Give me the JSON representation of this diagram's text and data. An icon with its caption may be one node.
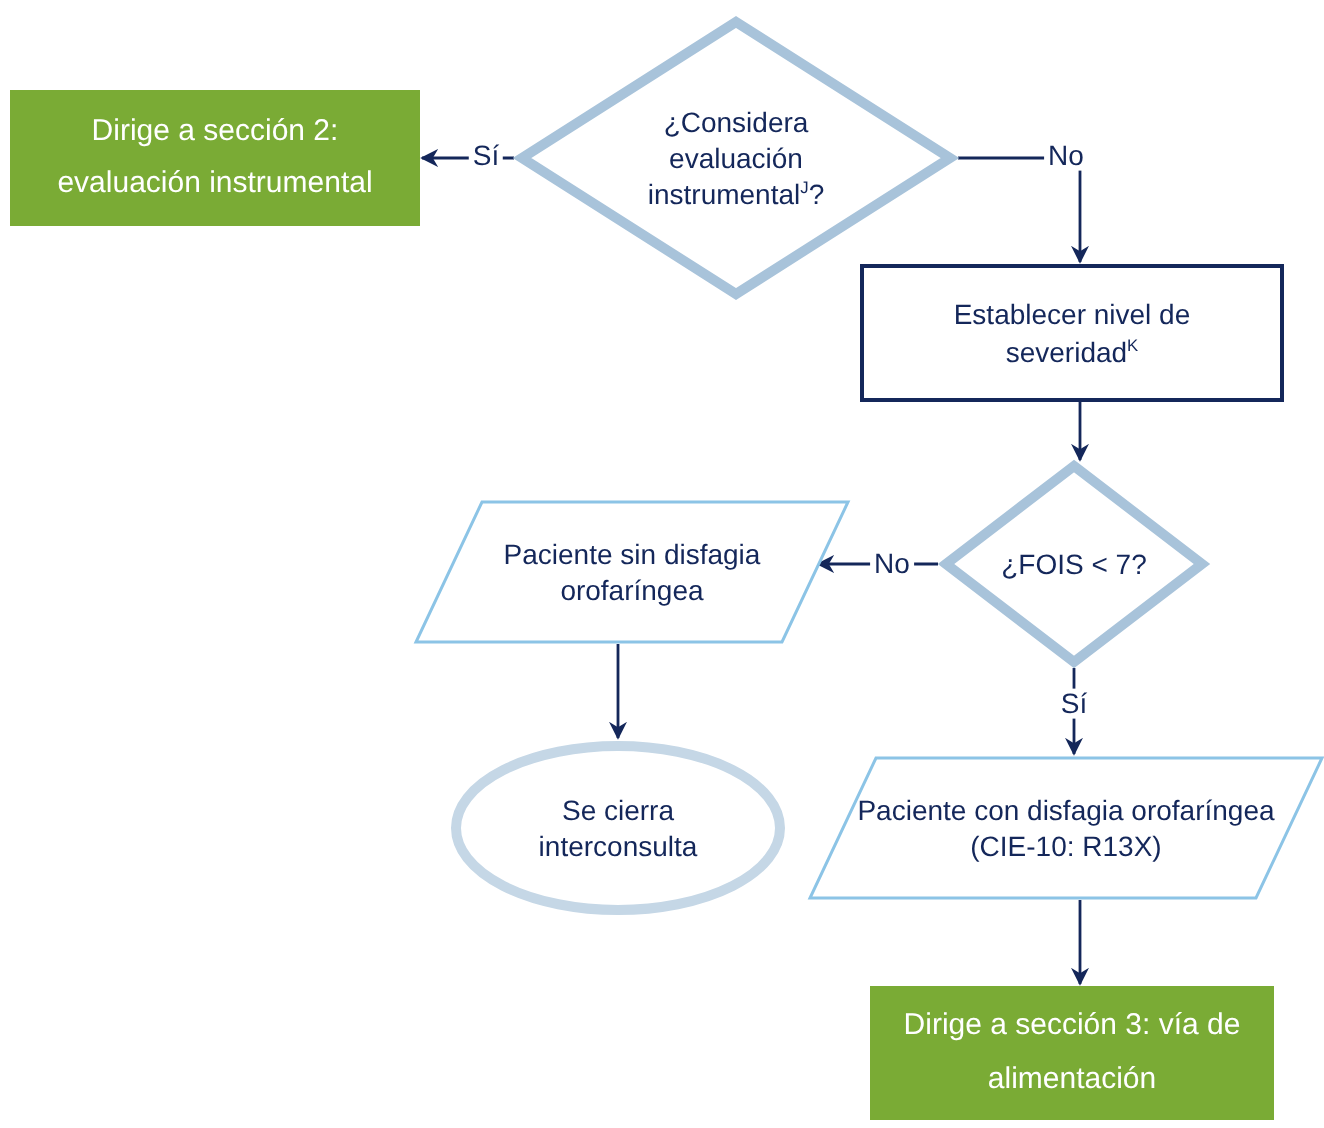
{
  "diagram": {
    "nodes": [
      {
        "text": [
          "¿Considera evaluación instrumental$^{J}$?"
        ]
      },
      {
        "text": [
          "Dirige a sección 2: evaluación instrumental"
        ]
      },
      {
        "text": [
          "Establecer nivel de severidad$^{K}$"
        ]
      },
      {
        "text": [
          "¿FOIS < 7?"
        ]
      },
      {
        "text": [
          "Paciente sin disfagia orofaríngea"
        ]
      },
      {
        "text": [
          "Se cierra interconsulta"
        ]
      },
      {
        "text": [
          "Paciente con disfagia orofaríngea (CIE-10: R13X)"
        ]
      },
      {
        "text": [
          "Dirige a sección 3: vía de alimentación"
        ]
      }
    ],
    "edges": [
      {
        "from": 0,
        "to": 1,
        "arrow": "to",
        "label": "Sí"
      },
      {
        "from": 0,
        "to": 2,
        "arrow": "to",
        "label": "No"
      },
      {
        "from": 2,
        "to": 3,
        "arrow": "to"
      },
      {
        "from": 3,
        "to": 4,
        "arrow": "to",
        "label": "No"
      },
      {
        "from": 3,
        "to": 6,
        "arrow": "to",
        "label": "Sí"
      },
      {
        "from": 4,
        "to": 5,
        "arrow": "to"
      },
      {
        "from": 6,
        "to": 7,
        "arrow": "to"
      }
    ]
  }
}
